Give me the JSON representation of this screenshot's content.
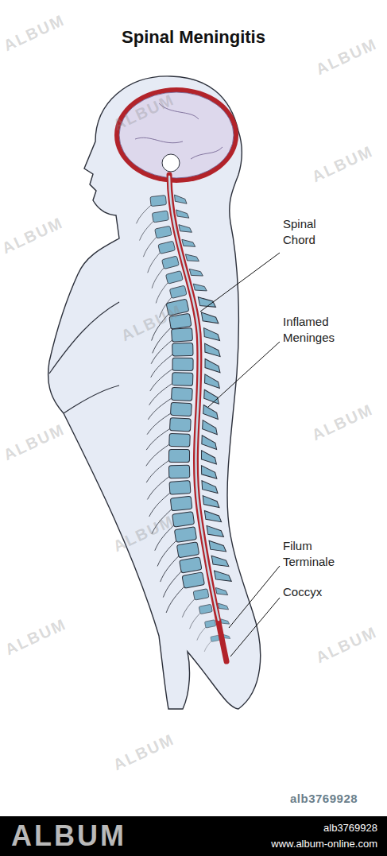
{
  "diagram": {
    "title": "Spinal Meningitis",
    "labels": [
      "Spinal Chord",
      "Inflamed Meninges",
      "Filum Terminale",
      "Coccyx",
      "alb3769928",
      "ALBUM",
      "alb3769928",
      "www.album-online.com",
      "ALBUM",
      "ALBUM",
      "ALBUM",
      "ALBUM",
      "ALBUM",
      "ALBUM",
      "ALBUM",
      "ALBUM",
      "ALBUM",
      "ALBUM",
      "ALBUM",
      "ALBUM"
    ]
  }
}
